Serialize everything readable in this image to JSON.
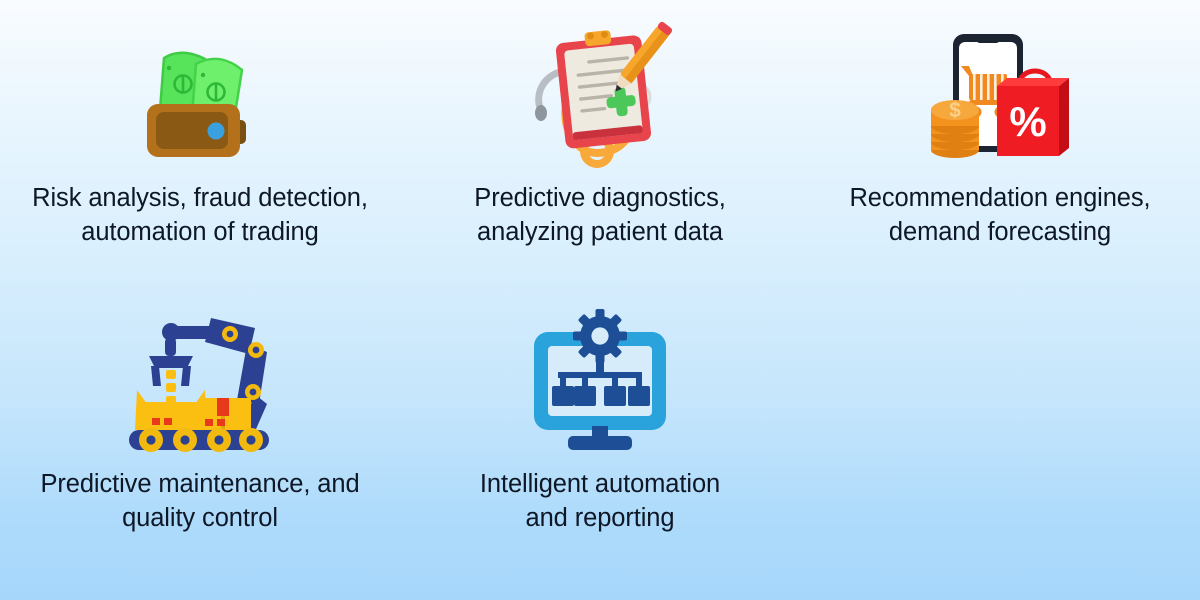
{
  "background": {
    "gradient_from": "#f9fcff",
    "gradient_to": "#a6d7fb"
  },
  "text_color": "#0e1726",
  "items": [
    {
      "icon": "wallet-money-icon",
      "icon_colors": {
        "wallet_body": "#b3711b",
        "wallet_inner": "#8a5a14",
        "money": "#57e35a",
        "clasp": "#3aa0e0"
      },
      "line1": "Risk analysis, fraud detection,",
      "line2": "automation of trading"
    },
    {
      "icon": "medical-clipboard-stethoscope-icon",
      "icon_colors": {
        "clipboard": "#e8444c",
        "paper": "#efeae0",
        "cross": "#4cc85a",
        "pencil": "#f6a62b",
        "stethoscope": "#f9a939",
        "tube_grey": "#b9bec4"
      },
      "line1": "Predictive diagnostics,",
      "line2": "analyzing patient data"
    },
    {
      "icon": "ecommerce-shopping-icon",
      "icon_colors": {
        "phone": "#1c2431",
        "screen": "#ffffff",
        "cart": "#f08a20",
        "coins": "#f4921e",
        "bag": "#e8171f",
        "percent": "#ffffff"
      },
      "line1": "Recommendation engines,",
      "line2": "demand forecasting"
    },
    {
      "icon": "robotic-arm-conveyor-icon",
      "icon_colors": {
        "arm": "#2c4191",
        "joint": "#f2b90f",
        "box": "#fbbf12",
        "tape": "#e8391d",
        "conveyor": "#2c4191"
      },
      "line1": "Predictive maintenance, and",
      "line2": "quality control"
    },
    {
      "icon": "monitor-workflow-gear-icon",
      "icon_colors": {
        "monitor": "#2aa3dd",
        "stand": "#1d4e96",
        "gear": "#1d4e96",
        "flowchart": "#1d4e96"
      },
      "line1": "Intelligent automation",
      "line2": "and reporting"
    }
  ]
}
